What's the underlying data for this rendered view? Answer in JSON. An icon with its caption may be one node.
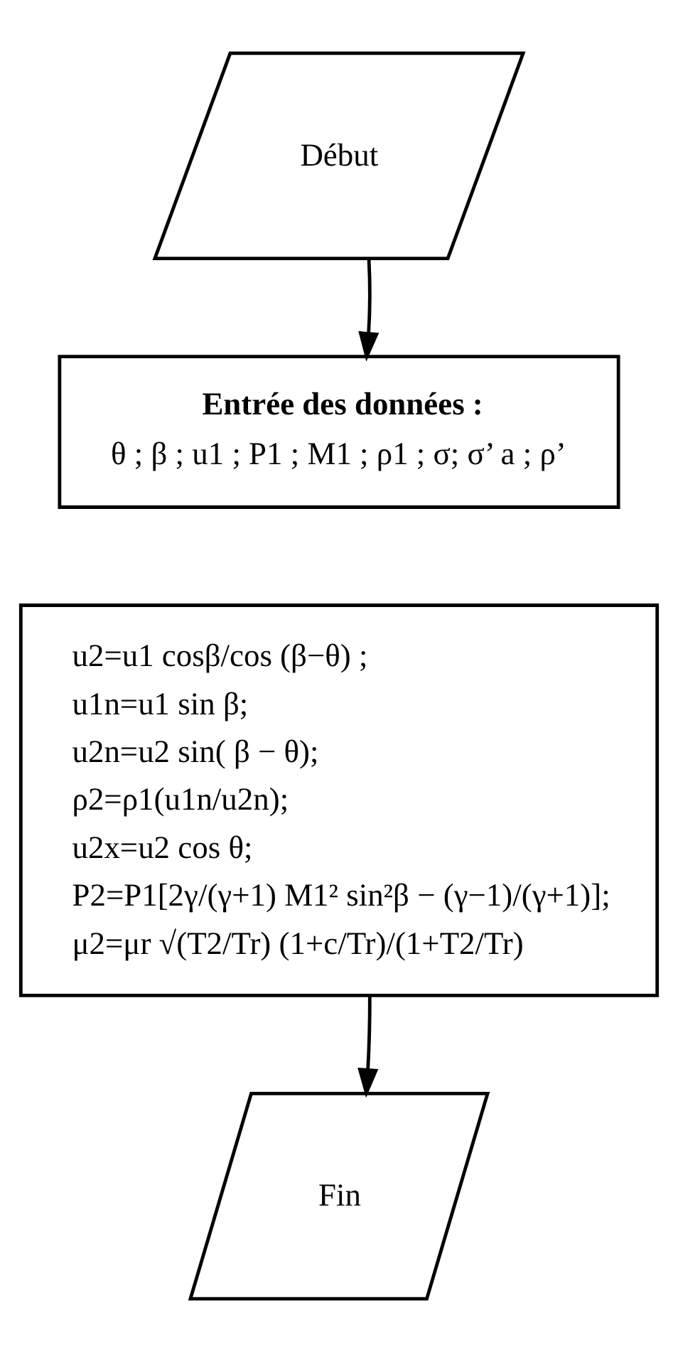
{
  "diagram": {
    "nodes": [
      {
        "text": [
          "Début"
        ]
      },
      {
        "text": [
          "Entrée des données :",
          "θ ; β ; u1 ; P1 ; M1 ; ρ1 ; σ; σ’ a ; ρ’"
        ]
      },
      {
        "text": [
          "u2=u1 cosβ/cos (β−θ) ;",
          "u1n=u1 sin β;",
          "u2n=u2 sin( β − θ);",
          "ρ2=ρ1(u1n/u2n);",
          "u2x=u2 cos θ;",
          "P2=P1[2γ/(γ+1) M1² sin²β − (γ−1)/(γ+1)];",
          "μ2=μr √(T2/Tr) (1+c/Tr)/(1+T2/Tr)"
        ]
      },
      {
        "text": [
          "Fin"
        ]
      }
    ],
    "edges": [
      {
        "from": 0,
        "to": 1,
        "arrow": "to"
      },
      {
        "from": 2,
        "to": 3,
        "arrow": "to"
      }
    ]
  }
}
